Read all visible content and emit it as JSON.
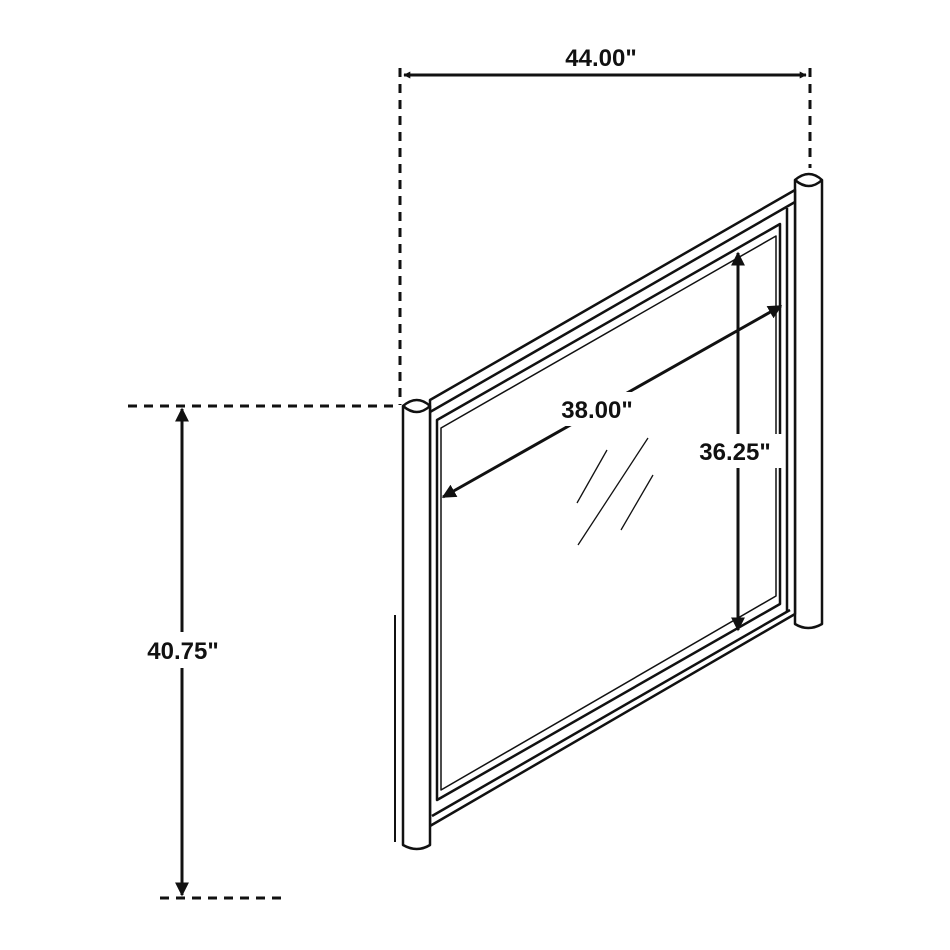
{
  "dimensions": {
    "overall_width": "44.00\"",
    "glass_width": "38.00\"",
    "glass_height": "36.25\"",
    "overall_height": "40.75\""
  },
  "colors": {
    "line": "#111111",
    "background": "#ffffff"
  }
}
